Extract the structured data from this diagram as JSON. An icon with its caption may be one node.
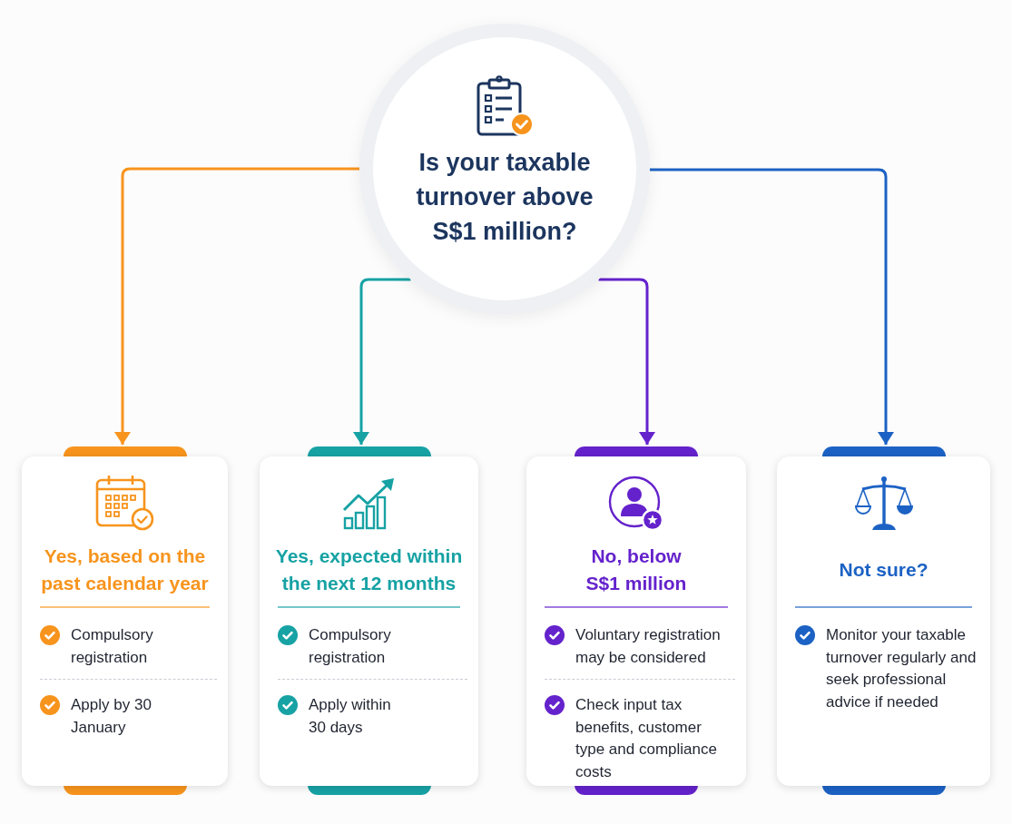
{
  "diagram": {
    "nodes": [
      {
        "text": [
          "Is your taxable turnover above S$1 million?"
        ]
      },
      {
        "text": [
          "Yes, based on the past calendar year",
          "Compulsory registration",
          "Apply by 30 January"
        ]
      },
      {
        "text": [
          "Yes, expected within the next 12 months",
          "Compulsory registration",
          "Apply within 30 days"
        ]
      },
      {
        "text": [
          "No, below S$1 million",
          "Voluntary registration may be considered",
          "Check input tax benefits, customer type and compliance costs"
        ]
      },
      {
        "text": [
          "Not sure?",
          "Monitor your taxable turnover regularly and seek professional advice if needed"
        ]
      }
    ],
    "edges": [
      {
        "from": 0,
        "to": 1,
        "arrow": "to",
        "color": "#f7941d"
      },
      {
        "from": 0,
        "to": 2,
        "arrow": "to",
        "color": "#17a2a4"
      },
      {
        "from": 0,
        "to": 3,
        "arrow": "to",
        "color": "#6422cc"
      },
      {
        "from": 0,
        "to": 4,
        "arrow": "to",
        "color": "#1c62c4"
      }
    ]
  }
}
